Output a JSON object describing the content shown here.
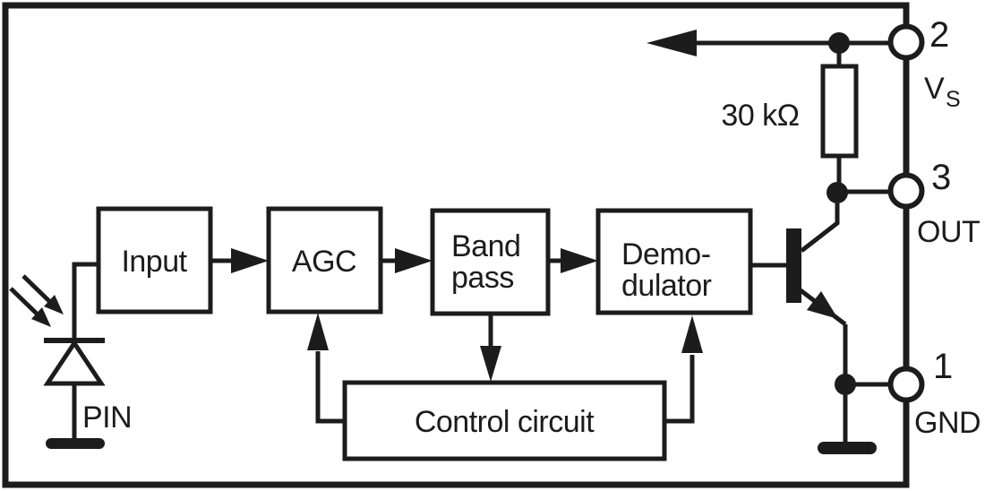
{
  "blocks": {
    "input": "Input",
    "agc": "AGC",
    "bandpass": [
      "Band",
      "pass"
    ],
    "demodulator": [
      "Demo-",
      "dulator"
    ],
    "control": "Control circuit"
  },
  "components": {
    "resistor_value": "30 kΩ",
    "photodiode_label": "PIN"
  },
  "pins": {
    "vs": {
      "number": "2",
      "name": "V",
      "name_sub": "S"
    },
    "out": {
      "number": "3",
      "name": "OUT"
    },
    "gnd": {
      "number": "1",
      "name": "GND"
    }
  },
  "colors": {
    "ink": "#1c1c1c",
    "background": "#ffffff"
  }
}
